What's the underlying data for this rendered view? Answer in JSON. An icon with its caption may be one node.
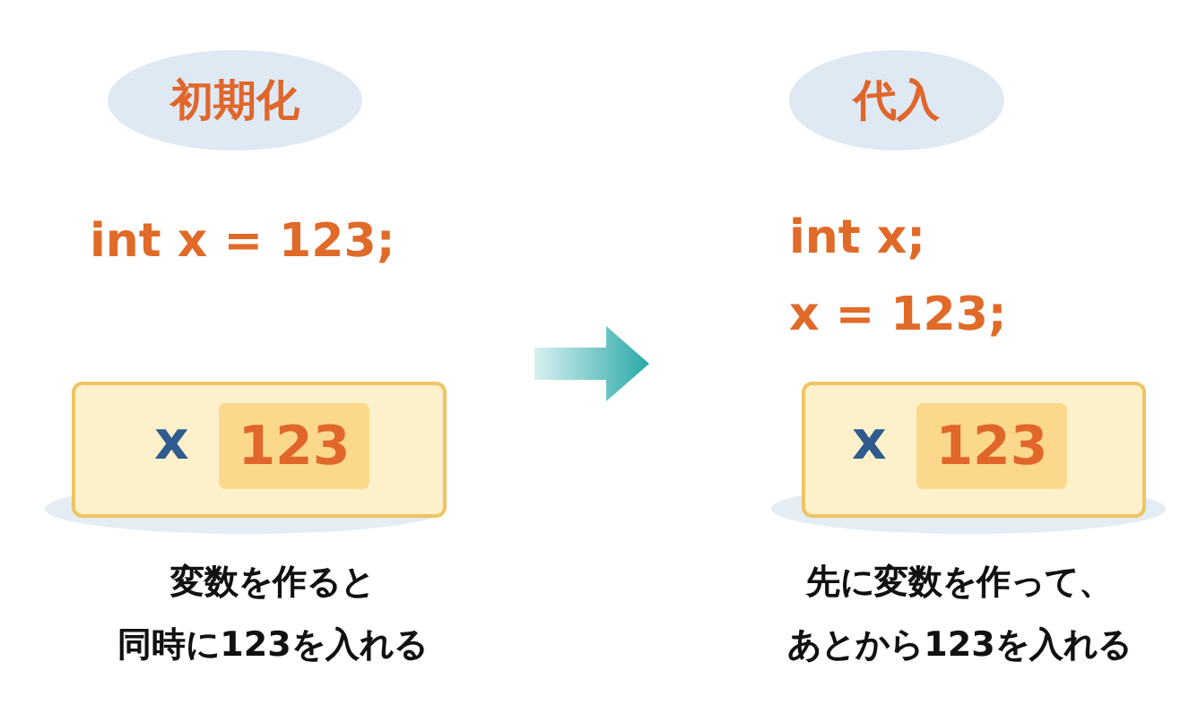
{
  "diagram": {
    "nodes": [
      {
        "text": [
          "初期化"
        ]
      },
      {
        "text": [
          "x"
        ]
      },
      {
        "text": [
          "123"
        ],
        "in": 1
      },
      {
        "text": [
          "代入"
        ]
      },
      {
        "text": [
          "x"
        ]
      },
      {
        "text": [
          "123"
        ],
        "in": 4
      }
    ],
    "labels": [
      "int x = 123;",
      "int x;",
      "x = 123;",
      "変数を作ると",
      "同時に123を入れる",
      "先に変数を作って、",
      "あとから123を入れる"
    ]
  }
}
